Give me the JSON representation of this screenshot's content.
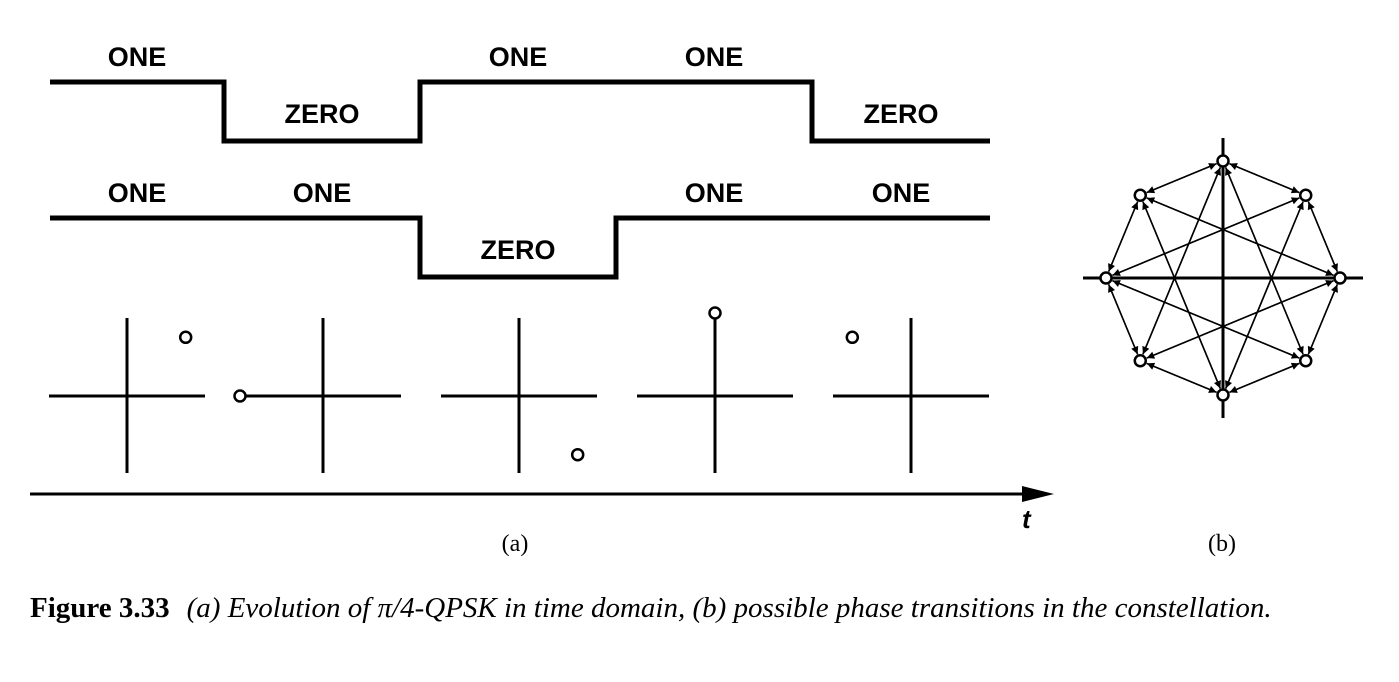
{
  "signals": {
    "top": {
      "levels": [
        1,
        0,
        1,
        1,
        0
      ],
      "labels": [
        "ONE",
        "ZERO",
        "ONE",
        "ONE",
        "ZERO"
      ]
    },
    "bottom": {
      "levels": [
        1,
        1,
        0,
        1,
        1
      ],
      "labels": [
        "ONE",
        "ONE",
        "ZERO",
        "ONE",
        "ONE"
      ]
    }
  },
  "constellation_points_deg": [
    45,
    180,
    -45,
    90,
    135
  ],
  "axis_label": "t",
  "panel_labels": {
    "a": "(a)",
    "b": "(b)"
  },
  "phase_constellation": {
    "points": 8,
    "transitions": "±45° and ±135° from each point"
  },
  "caption": {
    "label": "Figure 3.33",
    "text": "(a) Evolution of π/4-QPSK in time domain, (b) possible phase transitions in the constellation."
  }
}
